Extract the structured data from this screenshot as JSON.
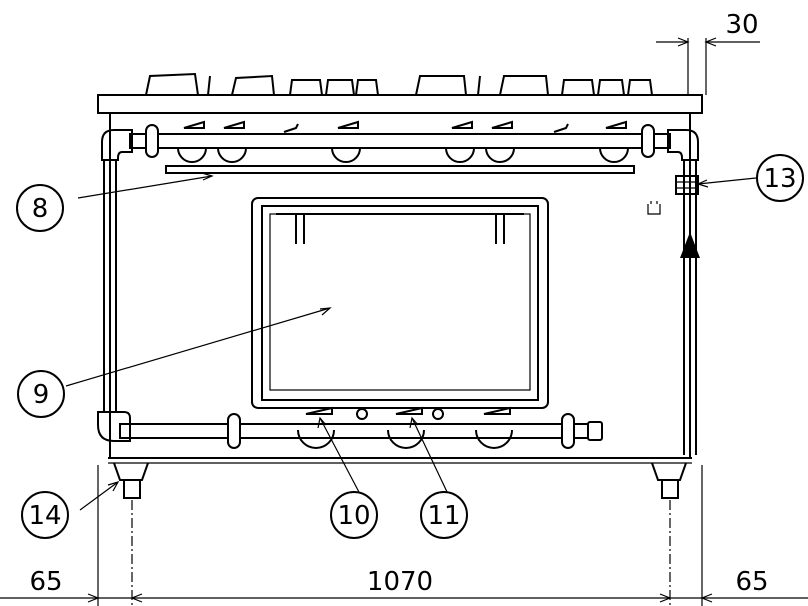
{
  "drawing": {
    "callouts": [
      "8",
      "9",
      "10",
      "11",
      "13",
      "14"
    ],
    "dimensions": {
      "top_right": "30",
      "bottom_left": "65",
      "bottom_center": "1070",
      "bottom_right": "65"
    }
  }
}
